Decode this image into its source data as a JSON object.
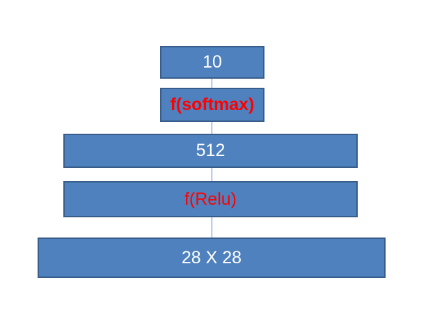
{
  "diagram": {
    "type": "neural-network-architecture-stack",
    "background_color": "#FFFFFF",
    "node_fill_color": "#4E81BD",
    "node_border_color": "#385D8A",
    "connector_color": "#4E81BD",
    "layer_text_color": "#FFFFFF",
    "activation_text_color": "#FF0000",
    "nodes": [
      {
        "id": "output",
        "label": "10",
        "kind": "layer"
      },
      {
        "id": "softmax",
        "label": "f(softmax)",
        "kind": "activation"
      },
      {
        "id": "hidden",
        "label": "512",
        "kind": "layer"
      },
      {
        "id": "relu",
        "label": "f(Relu)",
        "kind": "activation"
      },
      {
        "id": "input",
        "label": "28 X 28",
        "kind": "layer"
      }
    ],
    "connectors": [
      {
        "id": "output-softmax",
        "from": "softmax",
        "to": "output"
      },
      {
        "id": "softmax-hidden",
        "from": "hidden",
        "to": "softmax"
      },
      {
        "id": "hidden-relu",
        "from": "relu",
        "to": "hidden"
      },
      {
        "id": "relu-input",
        "from": "input",
        "to": "relu"
      }
    ]
  }
}
